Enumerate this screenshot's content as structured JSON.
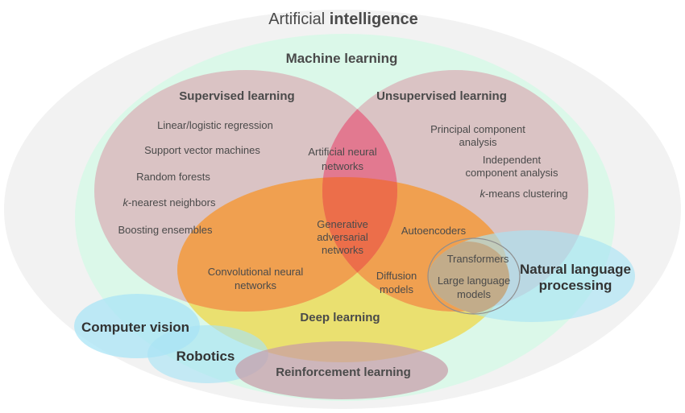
{
  "ai": {
    "label_part1": "Artificial",
    "label_part2": "intelligence"
  },
  "ml": {
    "label": "Machine learning"
  },
  "supervised": {
    "label": "Supervised learning",
    "items": [
      "Linear/logistic regression",
      "Support vector machines",
      "Random forests",
      "nearest neighbors",
      "Boosting ensembles"
    ],
    "knn_prefix": "k"
  },
  "unsupervised": {
    "label": "Unsupervised learning",
    "pca": [
      "Principal component",
      "analysis"
    ],
    "ica": [
      "Independent",
      "component analysis"
    ],
    "kmeans_prefix": "k",
    "kmeans_rest": "-means clustering"
  },
  "ann": [
    "Artificial neural",
    "networks"
  ],
  "gan": [
    "Generative",
    "adversarial",
    "networks"
  ],
  "deep": {
    "label": "Deep learning",
    "cnn": [
      "Convolutional neural",
      "networks"
    ],
    "autoencoders": "Autoencoders",
    "diffusion": [
      "Diffusion",
      "models"
    ]
  },
  "nlp": {
    "label": [
      "Natural language",
      "processing"
    ],
    "transformers": "Transformers",
    "llm": [
      "Large language",
      "models"
    ]
  },
  "cv": {
    "label": "Computer vision"
  },
  "robotics": {
    "label": "Robotics"
  },
  "rl": {
    "label": "Reinforcement learning"
  },
  "colors": {
    "ai": "#f2f2f2",
    "ml": "#d8f8e8",
    "supervised": "#d9a0ab",
    "unsupervised": "#d9a0ab",
    "deep": "#ecdc5a",
    "orange": "#f0a050",
    "blue": "#a9e4f5",
    "rl": "#c89aa6"
  }
}
